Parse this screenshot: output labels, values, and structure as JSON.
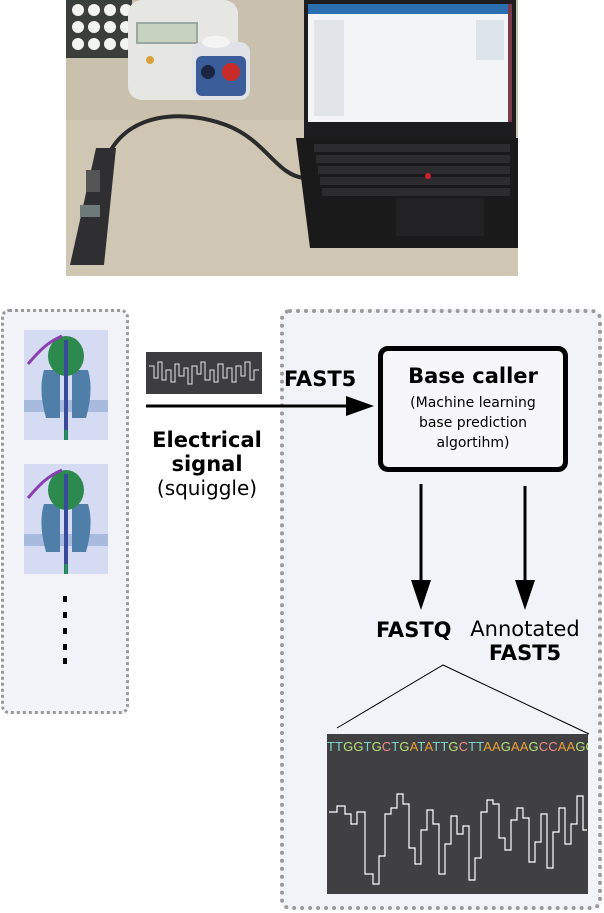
{
  "photo": {
    "alt": "Sequencing device connected to laptop"
  },
  "labels": {
    "fast5_input": "FAST5",
    "electrical_signal": "Electrical signal",
    "squiggle": "(squiggle)",
    "base_caller_title": "Base caller",
    "base_caller_desc_1": "(Machine learning",
    "base_caller_desc_2": "base prediction",
    "base_caller_desc_3": "algortihm)",
    "fastq": "FASTQ",
    "annotated": "Annotated",
    "annotated_fast5": "FAST5"
  },
  "sequence": {
    "text": "TTGGTGCTGATATTGCTTAAGAAGCCAAGGCTA",
    "base_colors": {
      "A": "#e8a03a",
      "T": "#7fd4c8",
      "G": "#b7e07a",
      "C": "#f28a8a"
    }
  },
  "colors": {
    "panel_border": "#9a9a9a",
    "panel_bg": "#f2f3f9",
    "signal": "#ffffff",
    "image_bg": "#404042"
  },
  "icons": [
    "nanopore-icon",
    "laptop-icon",
    "sequencer-icon",
    "arrow-right-icon",
    "arrow-down-icon",
    "ellipsis-icon"
  ]
}
